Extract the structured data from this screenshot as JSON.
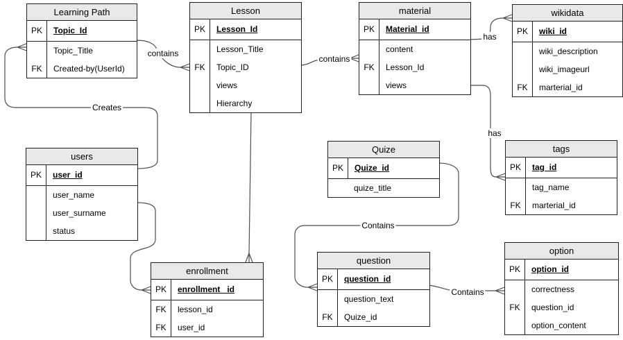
{
  "entities": {
    "learning_path": {
      "title": "Learning Path",
      "pk": {
        "key": "PK",
        "name": "Topic_Id"
      },
      "body": [
        {
          "key": "",
          "name": "Topic_Title"
        },
        {
          "key": "FK",
          "name": "Created-by(UserId)"
        }
      ]
    },
    "lesson": {
      "title": "Lesson",
      "pk": {
        "key": "PK",
        "name": "Lesson_Id"
      },
      "body": [
        {
          "key": "",
          "name": "Lesson_Title"
        },
        {
          "key": "FK",
          "name": "Topic_ID"
        },
        {
          "key": "",
          "name": "views"
        },
        {
          "key": "",
          "name": "Hierarchy"
        }
      ]
    },
    "material": {
      "title": "material",
      "pk": {
        "key": "PK",
        "name": "Material_id"
      },
      "body": [
        {
          "key": "",
          "name": "content"
        },
        {
          "key": "FK",
          "name": "Lesson_Id"
        },
        {
          "key": "",
          "name": "views"
        }
      ]
    },
    "wikidata": {
      "title": "wikidata",
      "pk": {
        "key": "PK",
        "name": "wiki_id"
      },
      "body": [
        {
          "key": "",
          "name": "wiki_description"
        },
        {
          "key": "",
          "name": "wiki_imageurl"
        },
        {
          "key": "FK",
          "name": "marterial_id"
        }
      ]
    },
    "users": {
      "title": "users",
      "pk": {
        "key": "PK",
        "name": "user_id"
      },
      "body": [
        {
          "key": "",
          "name": "user_name"
        },
        {
          "key": "",
          "name": "user_surname"
        },
        {
          "key": "",
          "name": "status"
        }
      ]
    },
    "quize": {
      "title": "Quize",
      "pk": {
        "key": "PK",
        "name": "Quize_id"
      },
      "body": [
        {
          "key": "",
          "name": "quize_title"
        }
      ]
    },
    "tags": {
      "title": "tags",
      "pk": {
        "key": "PK",
        "name": "tag_id"
      },
      "body": [
        {
          "key": "",
          "name": "tag_name"
        },
        {
          "key": "FK",
          "name": "marterial_id"
        }
      ]
    },
    "enrollment": {
      "title": "enrollment",
      "pk": {
        "key": "PK",
        "name": "enrollment _id"
      },
      "body": [
        {
          "key": "FK",
          "name": "lesson_id"
        },
        {
          "key": "FK",
          "name": "user_id"
        }
      ]
    },
    "question": {
      "title": "question",
      "pk": {
        "key": "PK",
        "name": "question_id"
      },
      "body": [
        {
          "key": "",
          "name": "question_text"
        },
        {
          "key": "FK",
          "name": "Quize_id"
        }
      ]
    },
    "option": {
      "title": "option",
      "pk": {
        "key": "PK",
        "name": "option_id"
      },
      "body": [
        {
          "key": "",
          "name": "correctness"
        },
        {
          "key": "FK",
          "name": "question_id"
        },
        {
          "key": "",
          "name": "option_content"
        }
      ]
    }
  },
  "relationships": {
    "users_creates_learning_path": "Creates",
    "learning_path_contains_lesson": "contains",
    "lesson_contains_material": "contains",
    "material_has_wikidata": "has",
    "material_has_tags": "has",
    "quize_contains_question": "Contains",
    "question_contains_option": "Contains"
  },
  "colors": {
    "header_fill": "#e9e9e9",
    "border": "#1f1f1f",
    "connector": "#4d4d4d",
    "background": "#ffffff"
  }
}
